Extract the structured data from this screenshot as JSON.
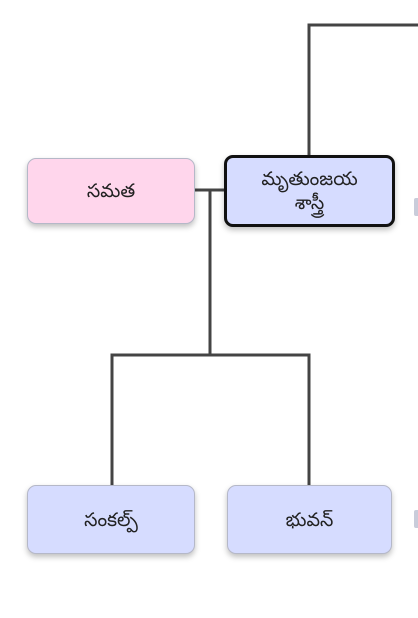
{
  "colors": {
    "spouse_fill": "#ffd6ec",
    "person_fill": "#d6dcff",
    "selected_border": "#111111",
    "connector": "#444444"
  },
  "nodes": {
    "samatha": {
      "label": "సమత"
    },
    "mrutyunjaya": {
      "label_line1": "మృతుంజయ",
      "label_line2": "శాస్త్రీ"
    },
    "sankalp": {
      "label": "సంకల్ప్"
    },
    "bhuvan": {
      "label": "భువన్"
    }
  }
}
